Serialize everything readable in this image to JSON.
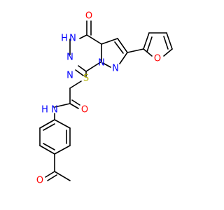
{
  "colors": {
    "bond": "#000000",
    "oxygen": "#ff0000",
    "nitrogen": "#0000ff",
    "sulfur": "#b2b200",
    "background": "#ffffff"
  },
  "atoms": {
    "o_top": "O",
    "o_furan": "O",
    "o_amide": "O",
    "o_ketone": "O",
    "nh_lactam": "N",
    "h_lactam": "H",
    "n_ring_a": "N",
    "n_ring_b": "N",
    "n_fused": "N",
    "n_pyrazole": "N",
    "s_thioether": "S",
    "n_amide": "N",
    "h_amide": "H"
  }
}
